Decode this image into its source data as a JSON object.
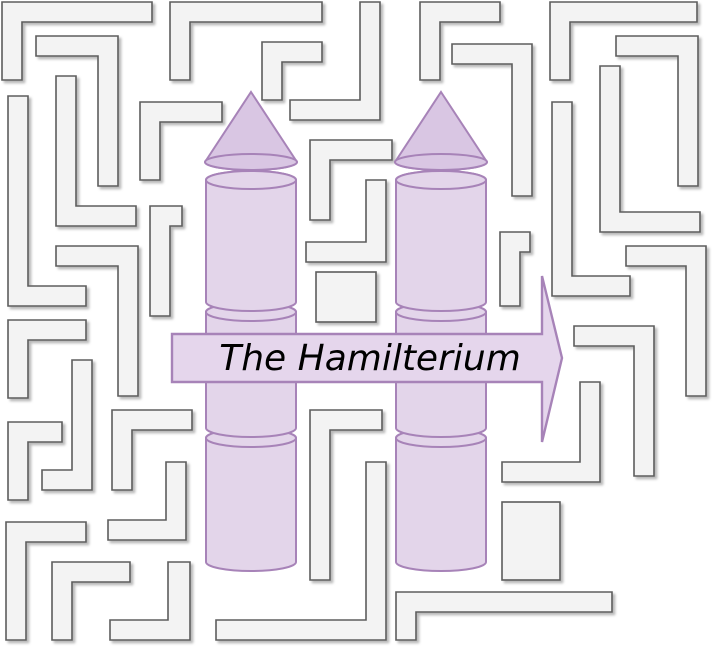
{
  "diagram": {
    "title": "The Hamilterium",
    "colors": {
      "pillar_fill": "#e3d5ea",
      "pillar_stroke": "#a783b8",
      "maze_fill": "#f3f3f3",
      "maze_stroke": "#5d5d5d"
    },
    "pillar_count": 2,
    "pillar_segments_each": 3
  }
}
